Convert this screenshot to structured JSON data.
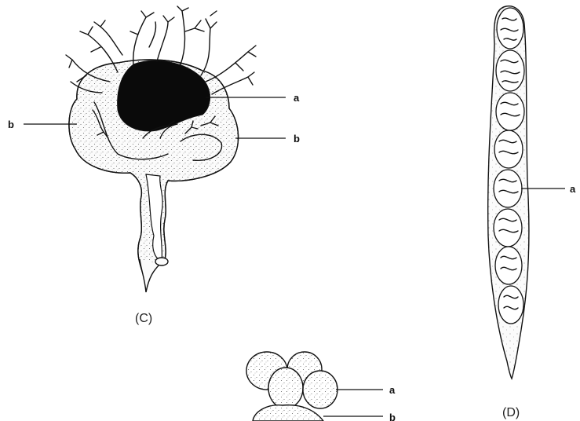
{
  "figure": {
    "panel_c": {
      "caption": "(C)",
      "labels": [
        "a",
        "b",
        "b"
      ]
    },
    "panel_d": {
      "caption": "(D)",
      "labels": [
        "a"
      ]
    },
    "panel_e": {
      "labels": [
        "a",
        "b"
      ]
    }
  },
  "colors": {
    "ink": "#111111",
    "background": "#ffffff",
    "stipple": "#555555"
  }
}
